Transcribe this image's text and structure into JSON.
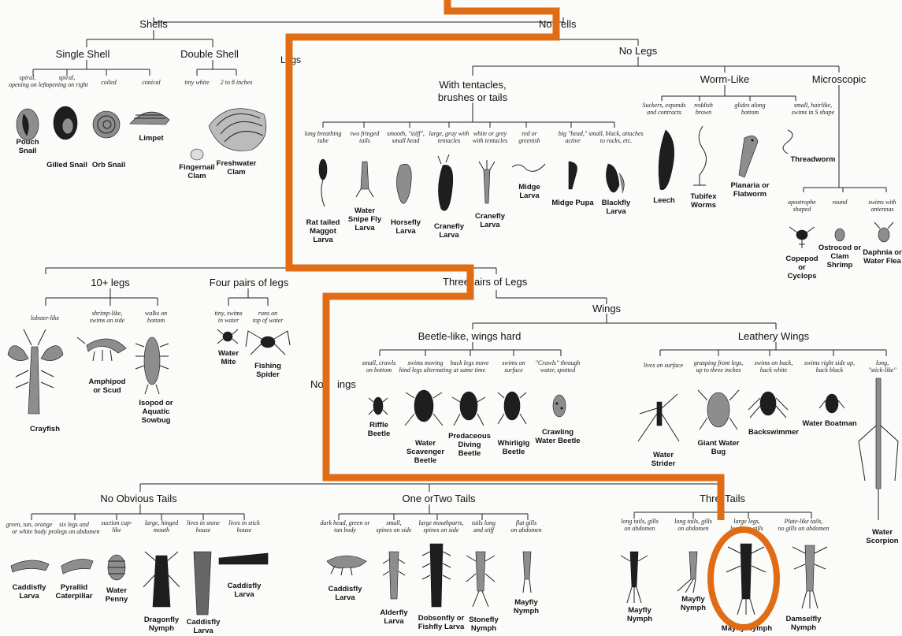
{
  "groups": {
    "shells": "Shells",
    "single_shell": "Single Shell",
    "double_shell": "Double Shell",
    "no_shells_a": "No",
    "no_shells_b": "ells",
    "no_legs": "No Legs",
    "legs_frag": "Legs",
    "tentacles_1": "With tentacles,",
    "tentacles_2": "brushes or tails",
    "worm_like": "Worm-Like",
    "microscopic": "Microscopic",
    "ten_legs": "10+ legs",
    "four_pairs": "Four pairs of legs",
    "three_pairs_a": "Three",
    "three_pairs_b": "airs of Legs",
    "wings": "Wings",
    "beetle_like": "Beetle-like, wings hard",
    "leathery": "Leathery Wings",
    "no_wings_a": "No",
    "no_wings_b": "ings",
    "no_tails": "No Obvious Tails",
    "one_two_tails": "One orTwo Tails",
    "three_tails_a": "Thre",
    "three_tails_b": "Tails"
  },
  "organisms": [
    {
      "id": "pouch-snail",
      "d1": "spiral,",
      "d2": "opening on left",
      "n1": "Pouch",
      "n2": "Snail",
      "n3": ""
    },
    {
      "id": "gilled-snail",
      "d1": "spiral,",
      "d2": "opening on right",
      "n1": "Gilled Snail",
      "n2": "",
      "n3": ""
    },
    {
      "id": "orb-snail",
      "d1": "coiled",
      "d2": "",
      "n1": "Orb Snail",
      "n2": "",
      "n3": ""
    },
    {
      "id": "limpet",
      "d1": "conical",
      "d2": "",
      "n1": "Limpet",
      "n2": "",
      "n3": ""
    },
    {
      "id": "fingernail-clam",
      "d1": "tiny white",
      "d2": "",
      "n1": "Fingernail",
      "n2": "Clam",
      "n3": ""
    },
    {
      "id": "freshwater-clam",
      "d1": "2 to 8 inches",
      "d2": "",
      "n1": "Freshwater",
      "n2": "Clam",
      "n3": ""
    },
    {
      "id": "rat-tailed-maggot",
      "d1": "long breathing",
      "d2": "tube",
      "n1": "Rat tailed",
      "n2": "Maggot",
      "n3": "Larva"
    },
    {
      "id": "water-snipe-fly",
      "d1": "two fringed",
      "d2": "tails",
      "n1": "Water",
      "n2": "Snipe Fly",
      "n3": "Larva"
    },
    {
      "id": "horsefly-larva",
      "d1": "smooth, \"stiff\",",
      "d2": "small head",
      "n1": "Horsefly",
      "n2": "Larva",
      "n3": ""
    },
    {
      "id": "cranefly-larva-1",
      "d1": "large, gray with",
      "d2": "tentacles",
      "n1": "Cranefly",
      "n2": "Larva",
      "n3": ""
    },
    {
      "id": "cranefly-larva-2",
      "d1": "white or grey",
      "d2": "with tentacles",
      "n1": "Cranefly",
      "n2": "Larva",
      "n3": ""
    },
    {
      "id": "midge-larva",
      "d1": "red or",
      "d2": "greenish",
      "n1": "Midge",
      "n2": "Larva",
      "n3": ""
    },
    {
      "id": "midge-pupa",
      "d1": "big \"head,\"",
      "d2": "active",
      "n1": "Midge Pupa",
      "n2": "",
      "n3": ""
    },
    {
      "id": "blackfly-larva",
      "d1": "small, black, attaches",
      "d2": "to rocks, etc.",
      "n1": "Blackfly",
      "n2": "Larva",
      "n3": ""
    },
    {
      "id": "leech",
      "d1": "Suckers, expands",
      "d2": "and contracts",
      "n1": "Leech",
      "n2": "",
      "n3": ""
    },
    {
      "id": "tubifex-worms",
      "d1": "reddish",
      "d2": "brown",
      "n1": "Tubifex",
      "n2": "Worms",
      "n3": ""
    },
    {
      "id": "planaria",
      "d1": "glides along",
      "d2": "bottom",
      "n1": "Planaria or",
      "n2": "Flatworm",
      "n3": ""
    },
    {
      "id": "threadworm",
      "d1": "small, hairlike,",
      "d2": "swims in S shape",
      "n1": "Threadworm",
      "n2": "",
      "n3": ""
    },
    {
      "id": "copepod",
      "d1": "apostrophe",
      "d2": "shaped",
      "n1": "Copepod",
      "n2": "or",
      "n3": "Cyclops"
    },
    {
      "id": "ostracod",
      "d1": "round",
      "d2": "",
      "n1": "Ostrocod or",
      "n2": "Clam",
      "n3": "Shrimp"
    },
    {
      "id": "daphnia",
      "d1": "swims with",
      "d2": "antennas",
      "n1": "Daphnia or",
      "n2": "Water Flea",
      "n3": ""
    },
    {
      "id": "crayfish",
      "d1": "lobster-like",
      "d2": "",
      "n1": "Crayfish",
      "n2": "",
      "n3": ""
    },
    {
      "id": "amphipod",
      "d1": "shrimp-like,",
      "d2": "swims on side",
      "n1": "Amphipod",
      "n2": "or Scud",
      "n3": ""
    },
    {
      "id": "isopod",
      "d1": "walks on",
      "d2": "bottom",
      "n1": "Isopod or",
      "n2": "Aquatic",
      "n3": "Sowbug"
    },
    {
      "id": "water-mite",
      "d1": "tiny, swims",
      "d2": "in water",
      "n1": "Water",
      "n2": "Mite",
      "n3": ""
    },
    {
      "id": "fishing-spider",
      "d1": "runs on",
      "d2": "top of water",
      "n1": "Fishing",
      "n2": "Spider",
      "n3": ""
    },
    {
      "id": "riffle-beetle",
      "d1": "small, crawls",
      "d2": "on bottom",
      "n1": "Riffle",
      "n2": "Beetle",
      "n3": ""
    },
    {
      "id": "water-scavenger-beetle",
      "d1": "swims moving",
      "d2": "hind legs alternating",
      "n1": "Water",
      "n2": "Scavenger",
      "n3": "Beetle"
    },
    {
      "id": "predaceous-diving-beetle",
      "d1": "back legs move",
      "d2": "at same time",
      "n1": "Predaceous",
      "n2": "Diving",
      "n3": "Beetle"
    },
    {
      "id": "whirligig-beetle",
      "d1": "swims on",
      "d2": "surface",
      "n1": "Whirligig",
      "n2": "Beetle",
      "n3": ""
    },
    {
      "id": "crawling-water-beetle",
      "d1": "\"Crawls\" through",
      "d2": "water, spotted",
      "n1": "Crawling",
      "n2": "Water Beetle",
      "n3": ""
    },
    {
      "id": "water-strider",
      "d1": "lives on surface",
      "d2": "",
      "n1": "Water",
      "n2": "Strider",
      "n3": ""
    },
    {
      "id": "giant-water-bug",
      "d1": "grasping front legs,",
      "d2": "up to three inches",
      "n1": "Giant Water",
      "n2": "Bug",
      "n3": ""
    },
    {
      "id": "backswimmer",
      "d1": "swims on back,",
      "d2": "back white",
      "n1": "Backswimmer",
      "n2": "",
      "n3": ""
    },
    {
      "id": "water-boatman",
      "d1": "swims right side up,",
      "d2": "back black",
      "n1": "Water Boatman",
      "n2": "",
      "n3": ""
    },
    {
      "id": "water-scorpion",
      "d1": "long,",
      "d2": "\"stick-like\"",
      "n1": "Water",
      "n2": "Scorpion",
      "n3": ""
    },
    {
      "id": "caddisfly-larva-1",
      "d1": "green, tan, orange",
      "d2": "or white body",
      "n1": "Caddisfly",
      "n2": "Larva",
      "n3": ""
    },
    {
      "id": "pyrallid-caterpillar",
      "d1": "six legs and",
      "d2": "prolegs on abdomen",
      "n1": "Pyrallid",
      "n2": "Caterpillar",
      "n3": ""
    },
    {
      "id": "water-penny",
      "d1": "suction cup-",
      "d2": "like",
      "n1": "Water",
      "n2": "Penny",
      "n3": ""
    },
    {
      "id": "dragonfly-nymph",
      "d1": "large, hinged",
      "d2": "mouth",
      "n1": "Dragonfly",
      "n2": "Nymph",
      "n3": ""
    },
    {
      "id": "caddisfly-larva-2",
      "d1": "lives in stone",
      "d2": "house",
      "n1": "Caddisfly",
      "n2": "Larva",
      "n3": ""
    },
    {
      "id": "caddisfly-larva-3",
      "d1": "lives in stick",
      "d2": "house",
      "n1": "Caddisfly",
      "n2": "Larva",
      "n3": ""
    },
    {
      "id": "caddisfly-larva-4",
      "d1": "dark head, green or",
      "d2": "tan body",
      "n1": "Caddisfly",
      "n2": "Larva",
      "n3": ""
    },
    {
      "id": "alderfly-larva",
      "d1": "small,",
      "d2": "spines on side",
      "n1": "Alderfly",
      "n2": "Larva",
      "n3": ""
    },
    {
      "id": "dobsonfly-larva",
      "d1": "large mouthparts,",
      "d2": "spines on side",
      "n1": "Dobsonfly or",
      "n2": "Fishfly Larva",
      "n3": ""
    },
    {
      "id": "stonefly-nymph",
      "d1": "tails long",
      "d2": "and stiff",
      "n1": "Stonefly",
      "n2": "Nymph",
      "n3": ""
    },
    {
      "id": "mayfly-nymph-1",
      "d1": "flat gills",
      "d2": "on abdomen",
      "n1": "Mayfly",
      "n2": "Nymph",
      "n3": ""
    },
    {
      "id": "mayfly-nymph-2",
      "d1": "long tails, gills",
      "d2": "on abdomen",
      "n1": "Mayfly",
      "n2": "Nymph",
      "n3": ""
    },
    {
      "id": "mayfly-nymph-3",
      "d1": "long tails, gills",
      "d2": "on abdomen",
      "n1": "Mayfly",
      "n2": "Nymph",
      "n3": ""
    },
    {
      "id": "mayfly-nymph-4",
      "d1": "large legs,",
      "d2": "leathery gills",
      "n1": "Mayfly Nymph",
      "n2": "",
      "n3": ""
    },
    {
      "id": "damselfly-nymph",
      "d1": "Plate-like tails,",
      "d2": "no gills on abdomen",
      "n1": "Damselfly",
      "n2": "Nymph",
      "n3": ""
    }
  ],
  "highlight": {
    "color": "#e06c15"
  }
}
